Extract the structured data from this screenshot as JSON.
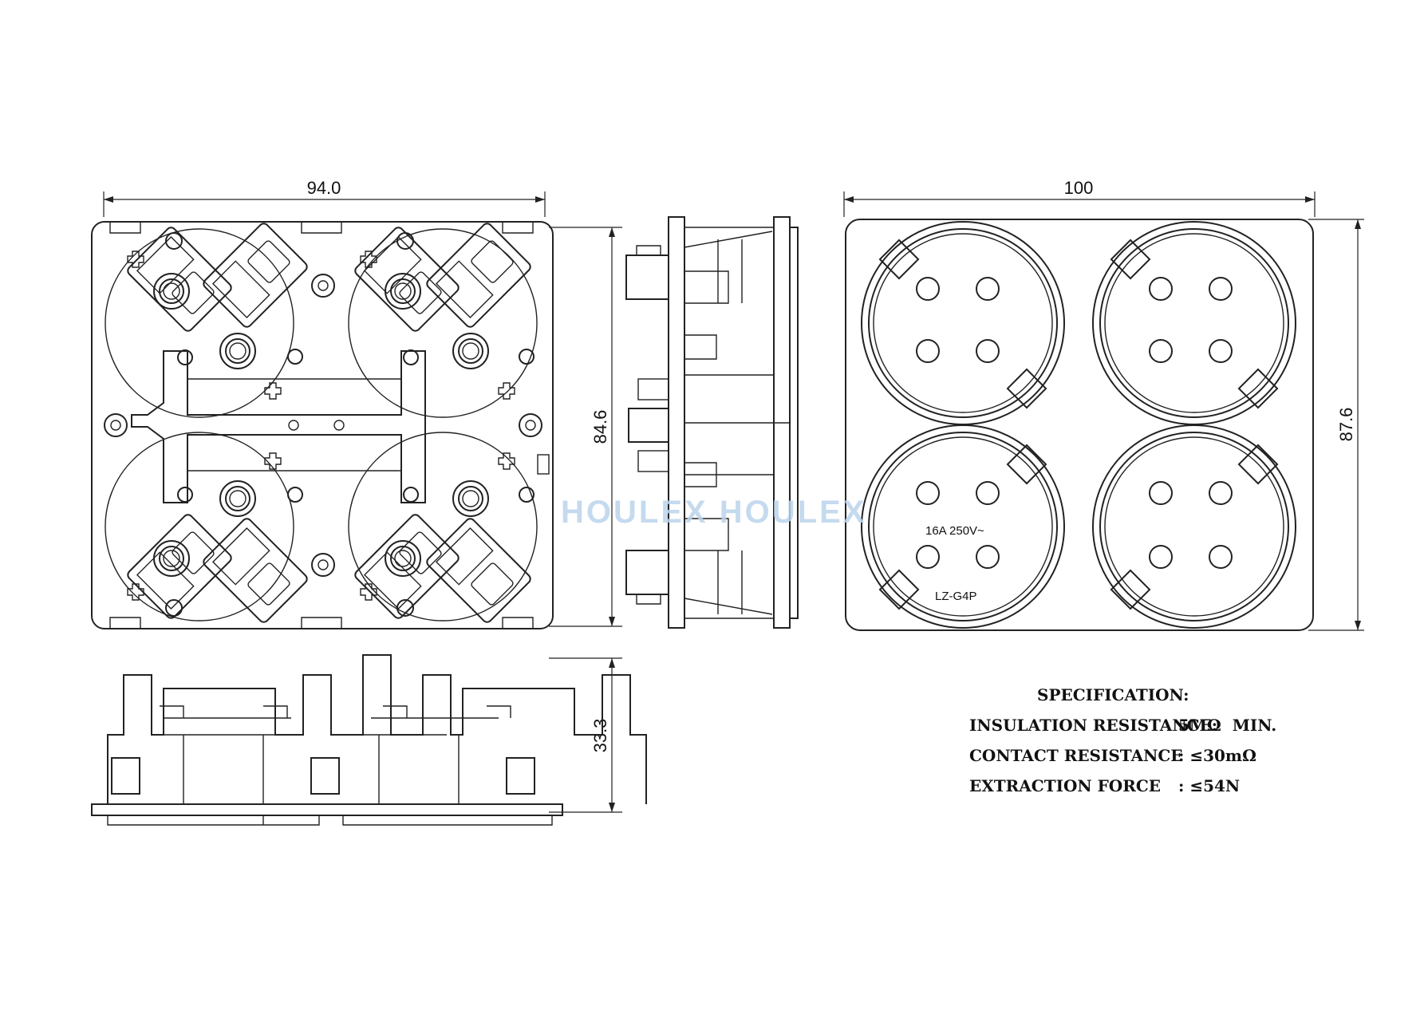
{
  "dimensions": {
    "front_view_width": "94.0",
    "front_view_height": "84.6",
    "bottom_view_depth": "33.3",
    "rear_view_width": "100",
    "rear_view_height": "87.6"
  },
  "socket_markings": {
    "rating": "16A  250V~",
    "model": "LZ-G4P"
  },
  "watermark": "HOULEX HOULEX",
  "specification": {
    "title": "SPECIFICATION:",
    "rows": [
      {
        "label": "INSULATION RESISTANCE:",
        "value": "5MΩ  MIN."
      },
      {
        "label": "CONTACT RESISTANCE",
        "value": ": ≤30mΩ"
      },
      {
        "label": "EXTRACTION FORCE",
        "value": ": ≤54N"
      }
    ]
  }
}
